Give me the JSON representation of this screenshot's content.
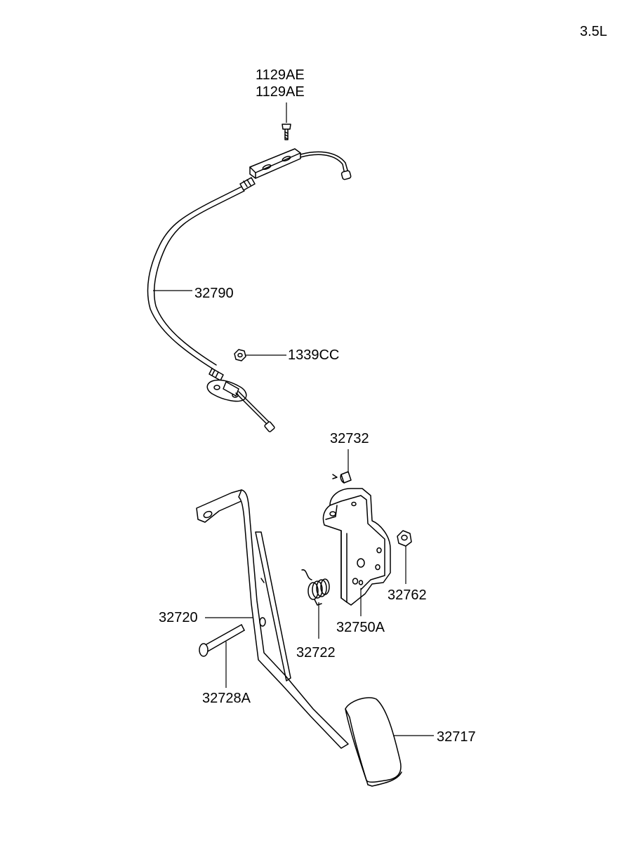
{
  "engine_label": "3.5L",
  "callouts": {
    "p1129ae_a": "1129AE",
    "p1129ae_b": "1129AE",
    "p32790": "32790",
    "p1339cc": "1339CC",
    "p32732": "32732",
    "p32762": "32762",
    "p32750a": "32750A",
    "p32720": "32720",
    "p32722": "32722",
    "p32728a": "32728A",
    "p32717": "32717"
  }
}
